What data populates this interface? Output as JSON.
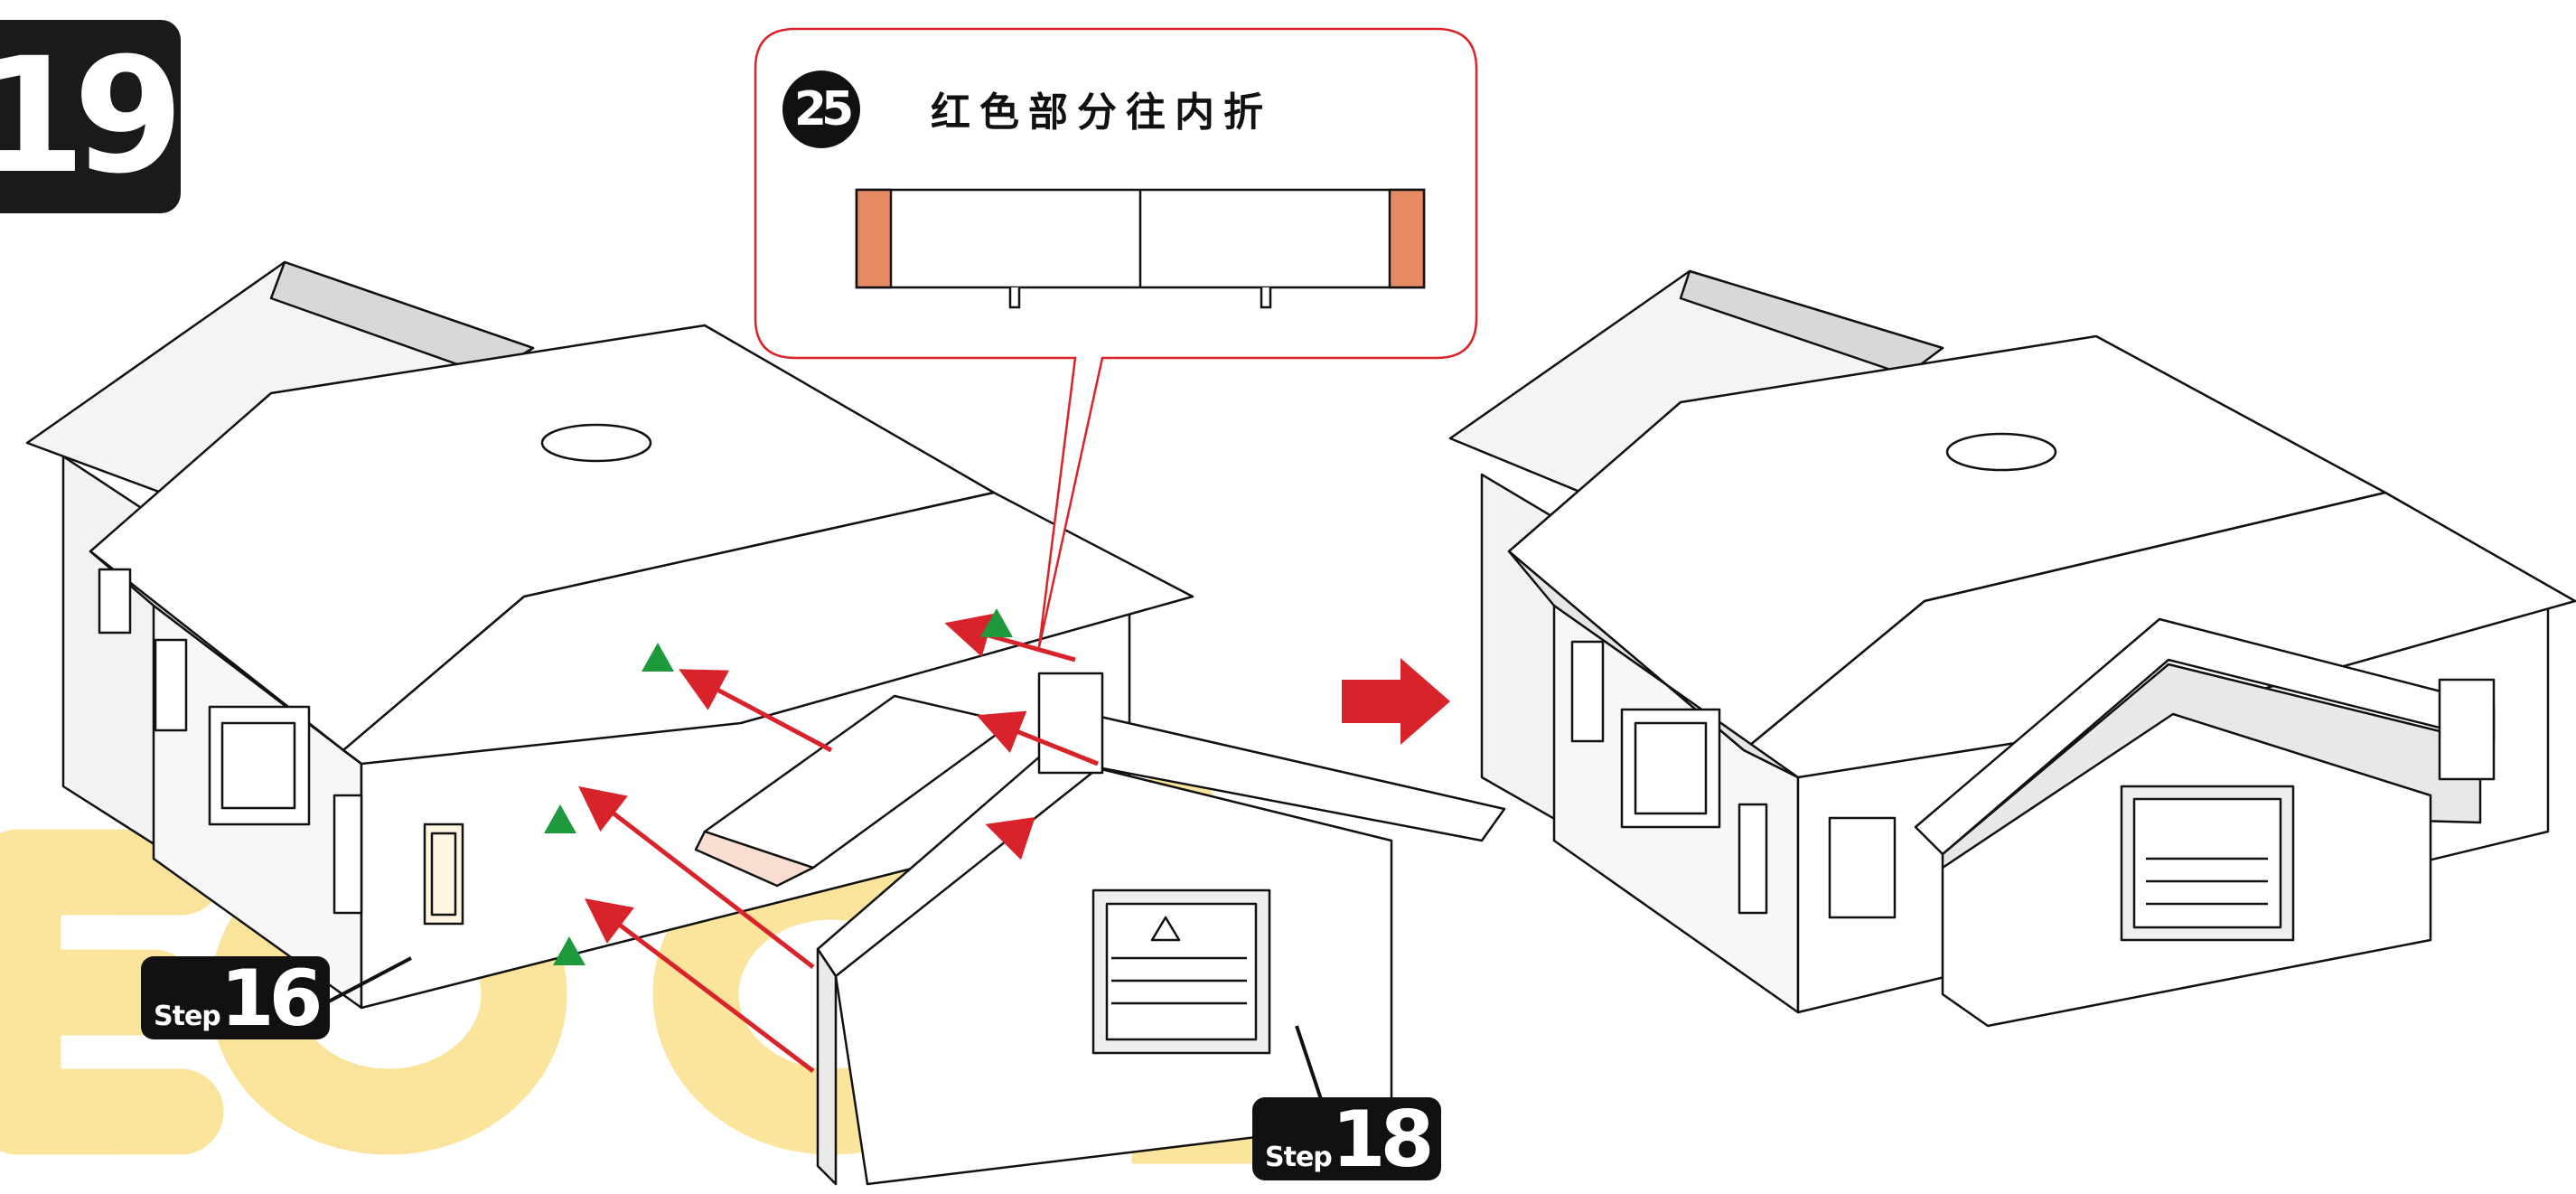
{
  "step_number": "19",
  "callout": {
    "part_number": "25",
    "instruction": "红色部分往内折"
  },
  "references": [
    {
      "word": "Step",
      "number": "16"
    },
    {
      "word": "Step",
      "number": "18"
    }
  ],
  "colors": {
    "fold_red": "#e58a63",
    "arrow_red": "#d9232a",
    "triangle_green": "#1e9a3c",
    "watermark_yellow": "#f7cf4a",
    "callout_border": "#d9232a"
  },
  "icons": [
    "right-arrow-icon",
    "green-triangle-icon"
  ]
}
